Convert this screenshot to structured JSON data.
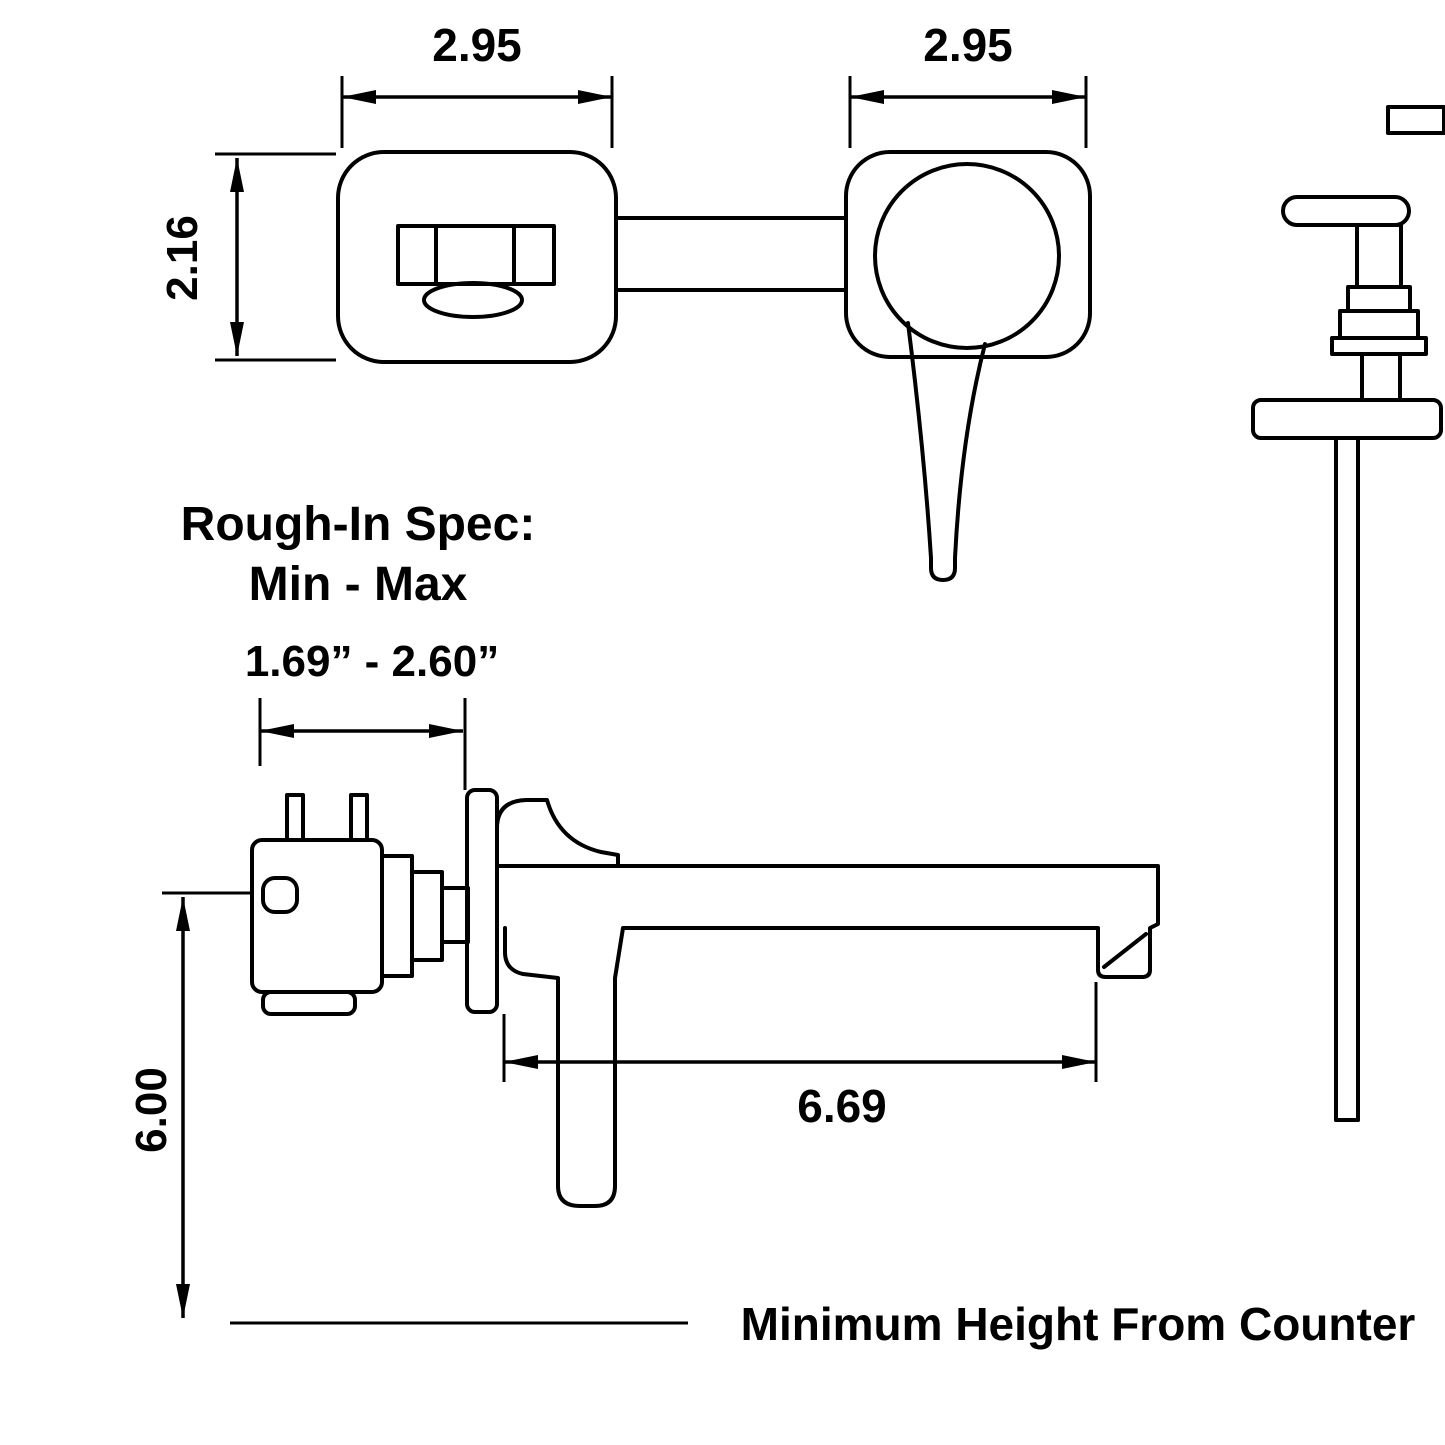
{
  "dims": {
    "spout_plate_width": "2.95",
    "handle_plate_width": "2.95",
    "plate_height": "2.16",
    "spout_reach": "6.69",
    "min_height": "6.00"
  },
  "rough_in": {
    "title": "Rough-In Spec:",
    "subtitle": "Min - Max",
    "range": "1.69” - 2.60”"
  },
  "labels": {
    "counter": "Minimum Height From Counter"
  },
  "colors": {
    "line": "#000000",
    "background": "#ffffff"
  }
}
